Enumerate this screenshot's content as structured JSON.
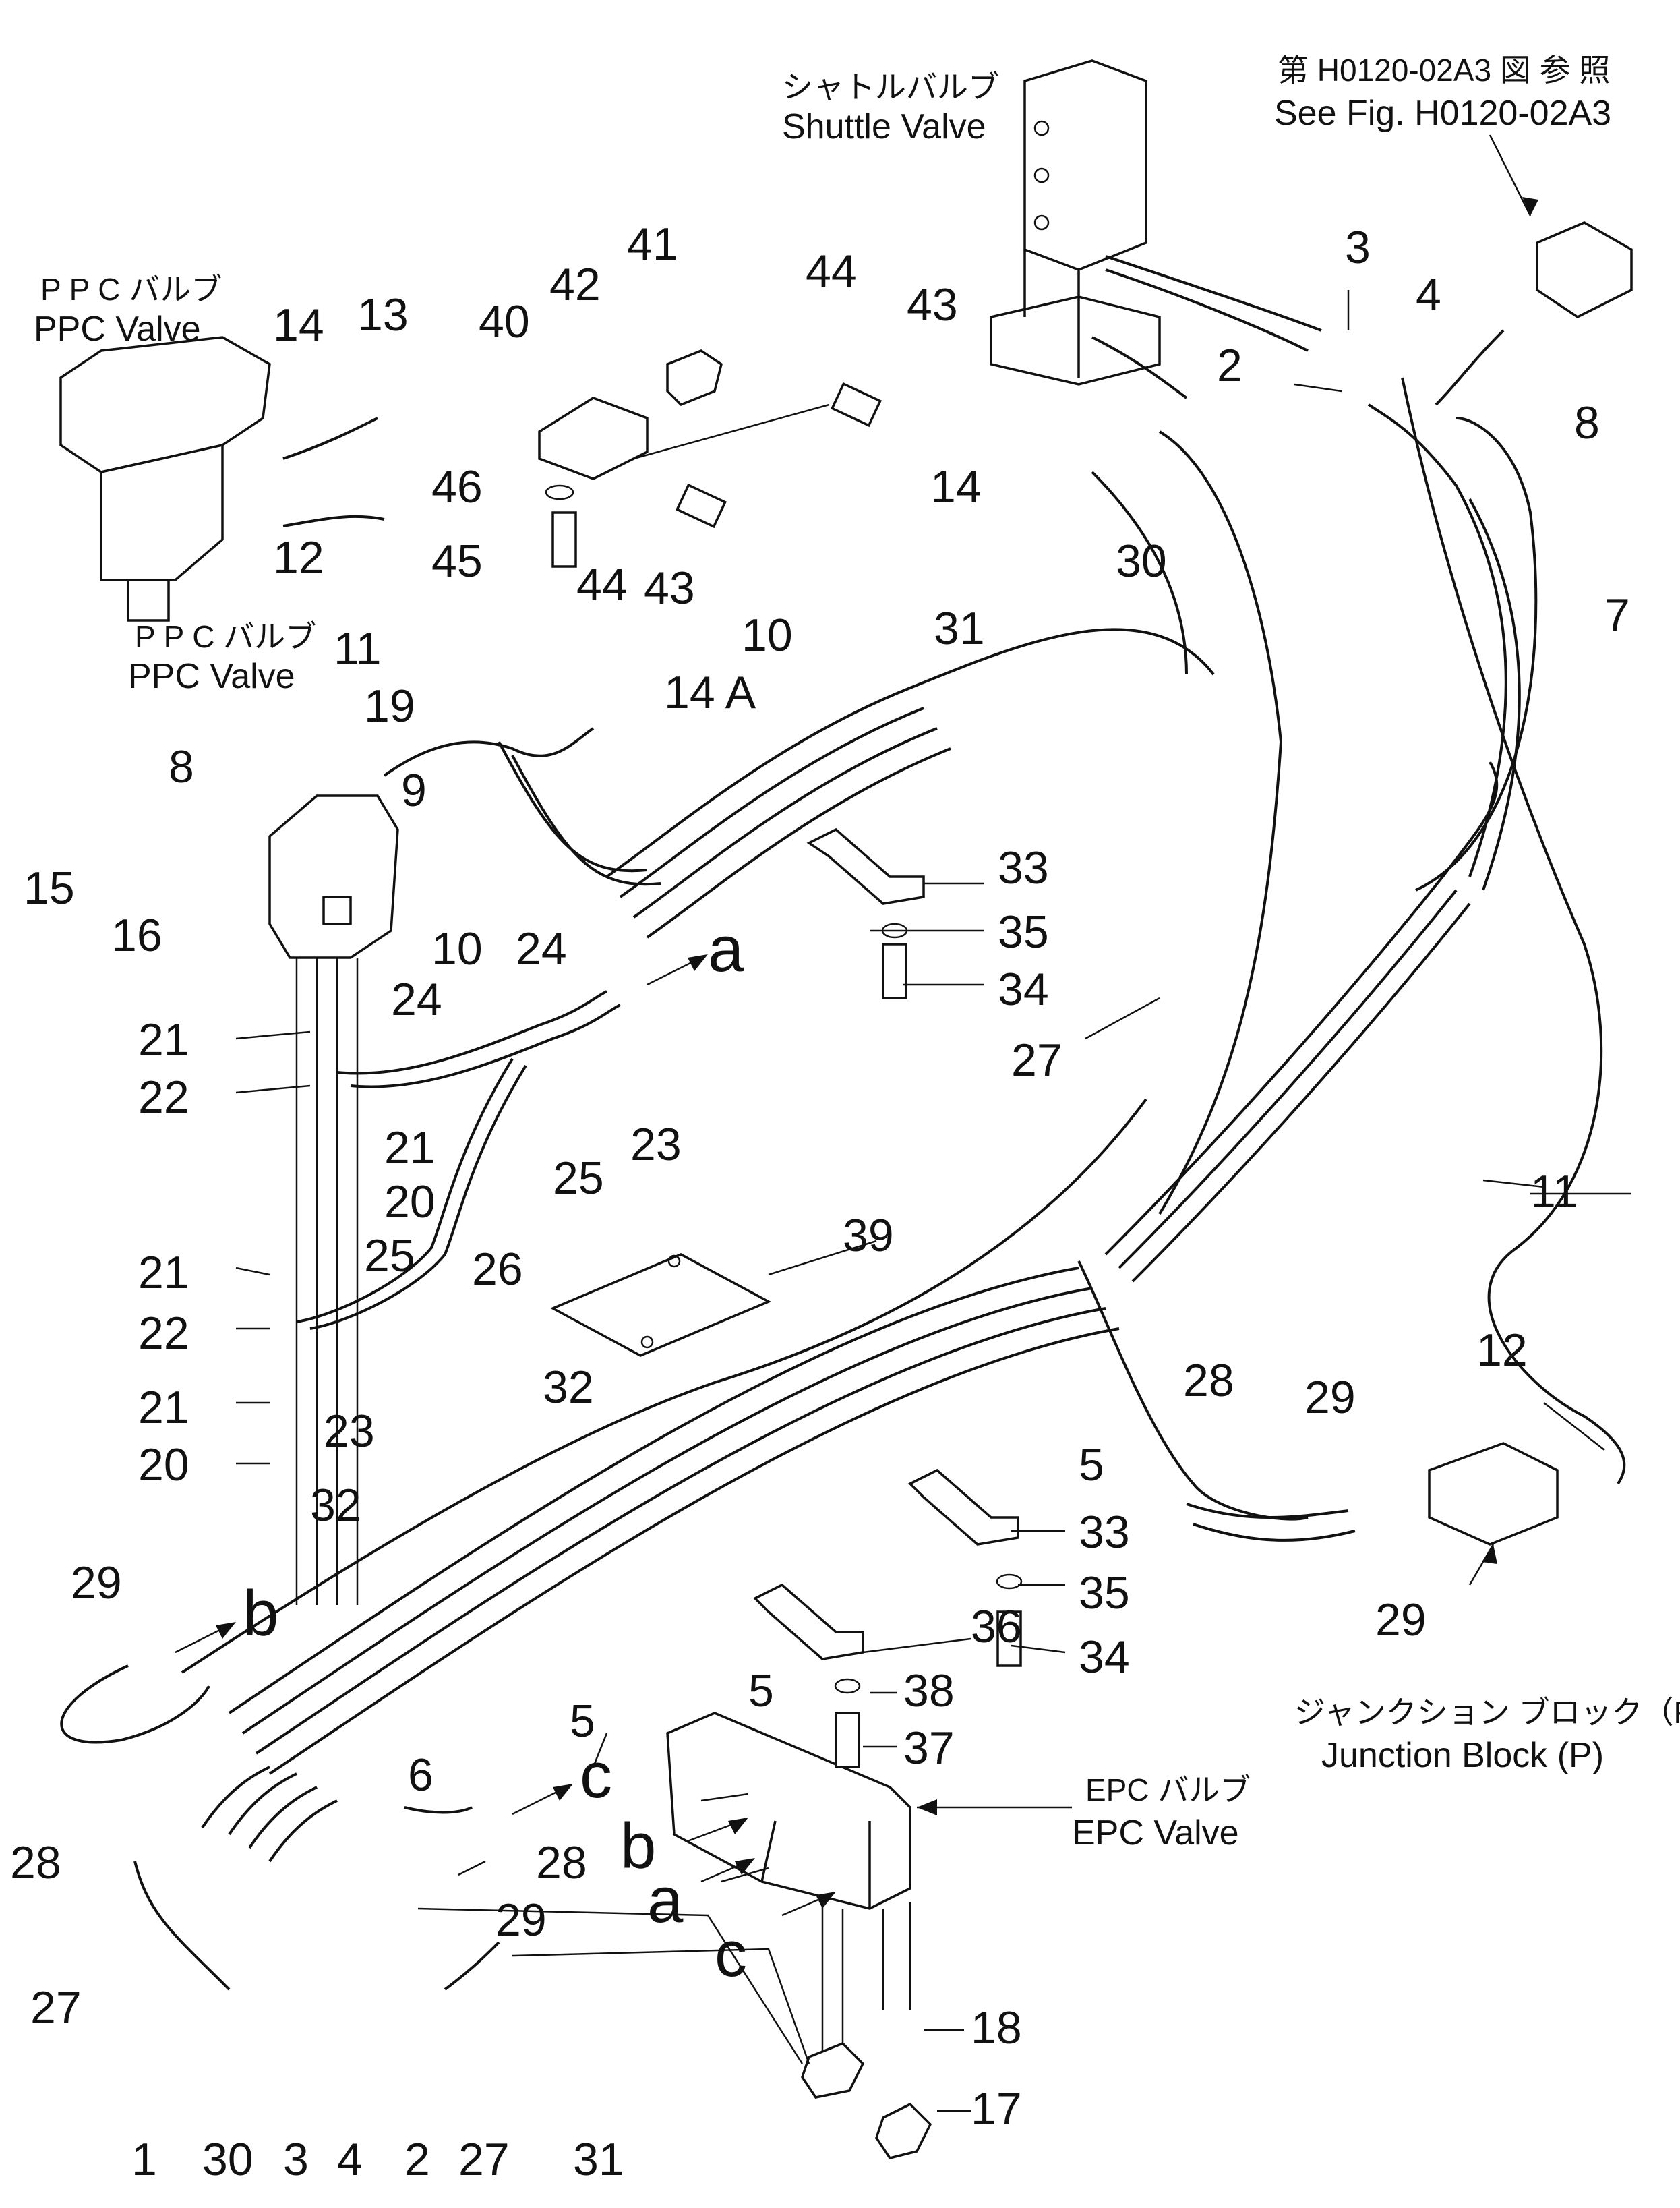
{
  "captions": {
    "shuttle_jp": "シャトルバルブ",
    "shuttle_en": "Shuttle Valve",
    "ref_jp": "第 H0120-02A3 図 参 照",
    "ref_en": "See Fig. H0120-02A3",
    "ppc_top_jp": "P P C バルブ",
    "ppc_top_en": "PPC  Valve",
    "ppc_mid_jp": "P P C バルブ",
    "ppc_mid_en": "PPC  Valve",
    "junction_jp": "ジャンクション ブロック（P）",
    "junction_en": "Junction Block (P)",
    "epc_jp": "EPC バルブ",
    "epc_en": "EPC Valve"
  },
  "letters": {
    "a_top": "a",
    "b_left": "b",
    "c_mid": "c",
    "b_epc": "b",
    "a_epc": "a",
    "c_epc": "c"
  },
  "callouts": [
    "41",
    "42",
    "40",
    "44",
    "43",
    "3",
    "4",
    "2",
    "8",
    "14",
    "13",
    "46",
    "45",
    "44",
    "43",
    "14",
    "30",
    "7",
    "12",
    "11",
    "10",
    "31",
    "14 A",
    "19",
    "9",
    "8",
    "15",
    "16",
    "10",
    "33",
    "35",
    "34",
    "24",
    "24",
    "21",
    "22",
    "23",
    "25",
    "21",
    "20",
    "26",
    "27",
    "21",
    "25",
    "22",
    "23",
    "21",
    "20",
    "39",
    "11",
    "28",
    "29",
    "12",
    "32",
    "5",
    "33",
    "35",
    "29",
    "32",
    "36",
    "34",
    "29",
    "5",
    "38",
    "37",
    "5",
    "6",
    "28",
    "29",
    "28",
    "27",
    "18",
    "17",
    "1",
    "30",
    "3",
    "4",
    "2",
    "27",
    "31"
  ]
}
